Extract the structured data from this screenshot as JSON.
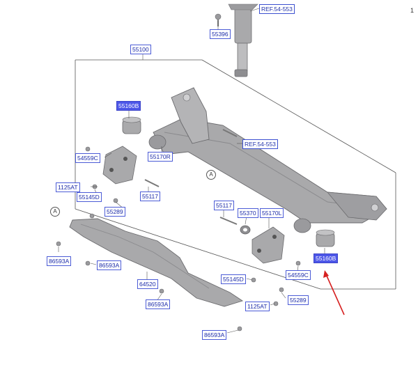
{
  "page_number": "1",
  "view_markers": [
    "A",
    "A"
  ],
  "labels": {
    "ref_top": "REF.54-553",
    "ref_mid": "REF.54-553",
    "p55396": "55396",
    "p55100": "55100",
    "p55160b_left": "55160B",
    "p55160b_right": "55160B",
    "p54559c_left": "54559C",
    "p54559c_right": "54559C",
    "p55170r": "55170R",
    "p1125at_left": "1125AT",
    "p1125at_right": "1125AT",
    "p55145d_left": "55145D",
    "p55145d_right": "55145D",
    "p55289_left": "55289",
    "p55289_right": "55289",
    "p55117_left": "55117",
    "p55117_right": "55117",
    "p55370": "55370",
    "p55170l": "55170L",
    "p86593a_1": "86593A",
    "p86593a_2": "86593A",
    "p86593a_3": "86593A",
    "p86593a_4": "86593A",
    "p64520": "64520"
  },
  "colors": {
    "highlight_label": "#4d57e8",
    "label_text": "#1a2aa8",
    "part_fill": "#a9a9ab",
    "part_dark": "#7d7d80",
    "arrow": "#d62020"
  }
}
